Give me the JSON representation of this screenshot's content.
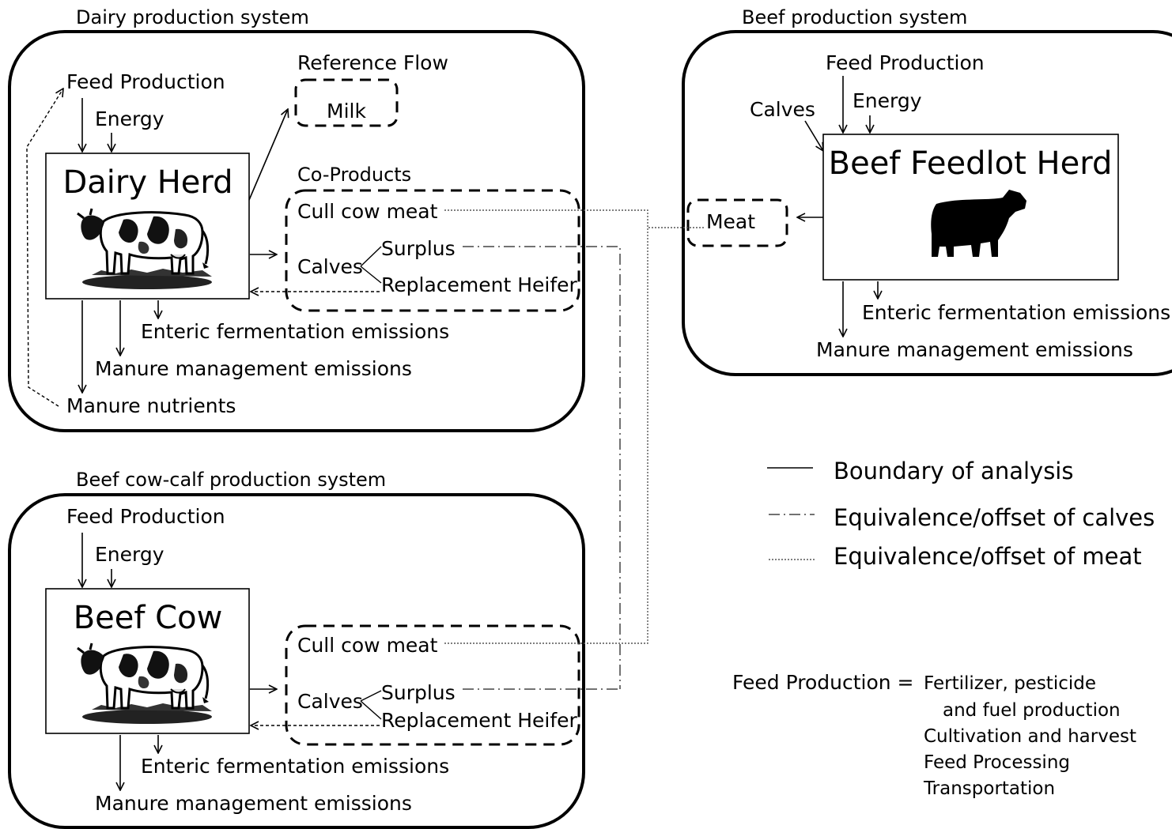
{
  "dairy": {
    "title": "Dairy production system",
    "feed_production": "Feed Production",
    "energy": "Energy",
    "herd": "Dairy Herd",
    "reference_flow": "Reference Flow",
    "milk": "Milk",
    "co_products": "Co-Products",
    "cull_cow_meat": "Cull cow meat",
    "calves": "Calves",
    "surplus": "Surplus",
    "replacement_heifer": "Replacement Heifer",
    "enteric": "Enteric fermentation emissions",
    "manure_mgmt": "Manure management emissions",
    "manure_nutrients": "Manure nutrients"
  },
  "beef_feedlot": {
    "title": "Beef production system",
    "feed_production": "Feed Production",
    "calves": "Calves",
    "energy": "Energy",
    "herd": "Beef Feedlot Herd",
    "meat": "Meat",
    "enteric": "Enteric fermentation emissions",
    "manure_mgmt": "Manure management emissions"
  },
  "cow_calf": {
    "title": "Beef cow-calf production system",
    "feed_production": "Feed Production",
    "energy": "Energy",
    "herd": "Beef Cow",
    "cull_cow_meat": "Cull cow meat",
    "calves": "Calves",
    "surplus": "Surplus",
    "replacement_heifer": "Replacement Heifer",
    "enteric": "Enteric fermentation emissions",
    "manure_mgmt": "Manure management emissions"
  },
  "legend": {
    "boundary": "Boundary of analysis",
    "calves_offset": "Equivalence/offset of calves",
    "meat_offset": "Equivalence/offset of meat"
  },
  "feed_definition": {
    "label": "Feed Production =",
    "items": [
      "Fertilizer, pesticide",
      "and fuel production",
      "Cultivation and harvest",
      "Feed Processing",
      "Transportation"
    ]
  }
}
